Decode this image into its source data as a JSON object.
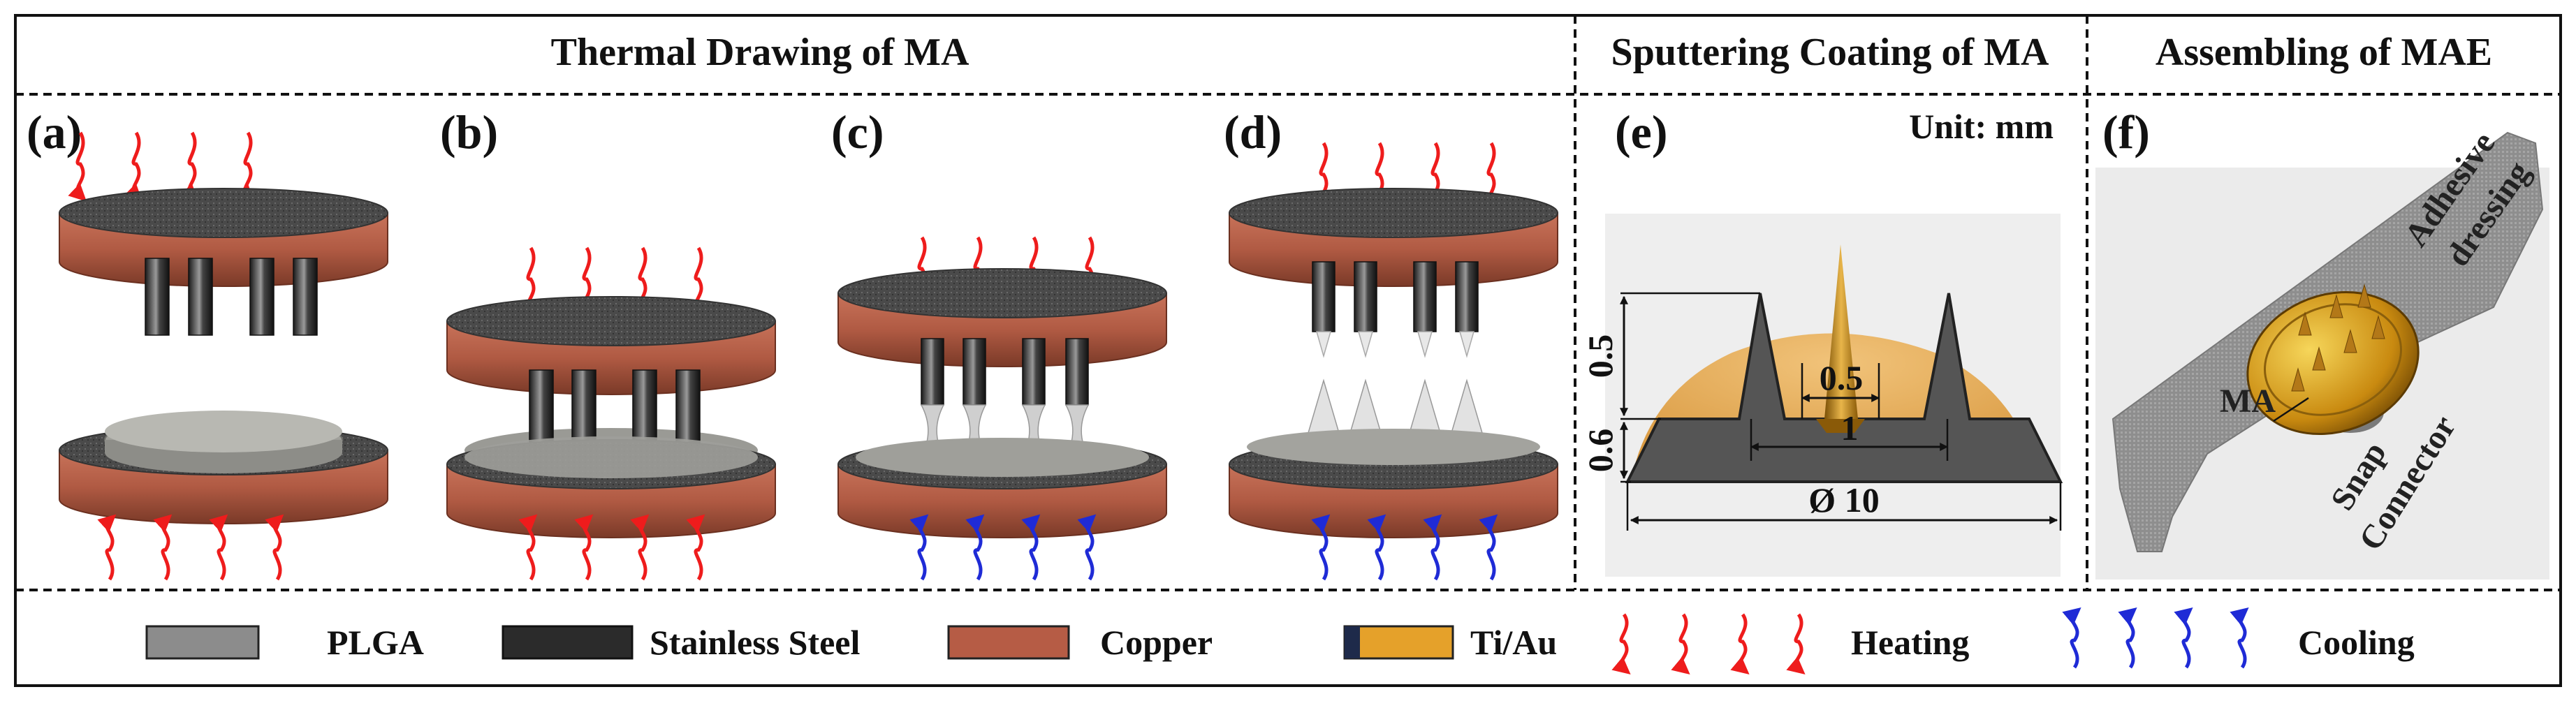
{
  "headers": {
    "thermal": "Thermal Drawing of MA",
    "sputter": "Sputtering Coating of  MA",
    "assemble": "Assembling of  MAE"
  },
  "panels": {
    "a": "(a)",
    "b": "(b)",
    "c": "(c)",
    "d": "(d)",
    "e": "(e)",
    "f": "(f)"
  },
  "panel_e": {
    "unit": "Unit: mm",
    "dim_height": "0.5",
    "dim_base": "0.6",
    "dim_tip_spacing": "0.5",
    "dim_spacing": "1",
    "dim_diameter": "Ø 10"
  },
  "panel_f": {
    "adhesive": [
      "Adhesive",
      "dressing"
    ],
    "ma": "MA",
    "snap": [
      "Snap",
      "Connector"
    ]
  },
  "legend": {
    "plga": "PLGA",
    "steel": "Stainless Steel",
    "copper": "Copper",
    "tiau": "Ti/Au",
    "heating": "Heating",
    "cooling": "Cooling"
  },
  "colors": {
    "plga": "#8c8c8c",
    "steel": "#2b2b2b",
    "copper": "#b65c45",
    "gold": "#e5a12a",
    "heat": "#ee1c1c",
    "cool": "#1f2bd6"
  }
}
